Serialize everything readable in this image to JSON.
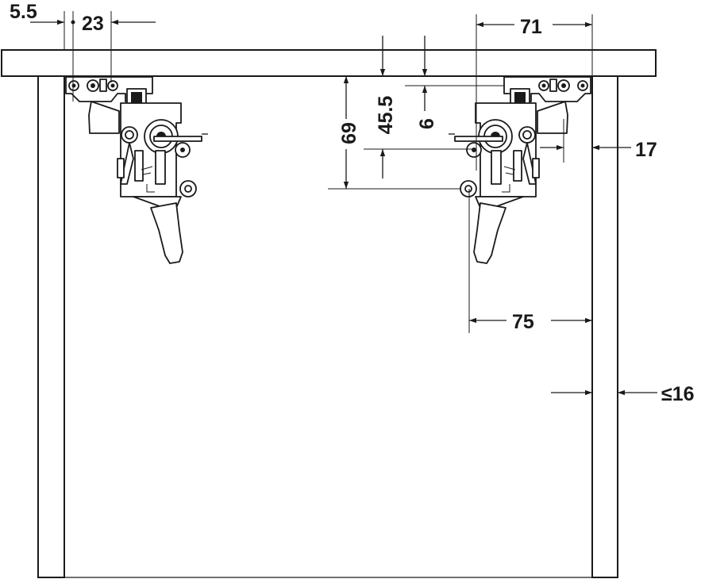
{
  "dimensions": {
    "d_5_5": "5.5",
    "d_23": "23",
    "d_71": "71",
    "d_45_5": "45.5",
    "d_6": "6",
    "d_69": "69",
    "d_17": "17",
    "d_75": "75",
    "d_16": "≤16"
  }
}
